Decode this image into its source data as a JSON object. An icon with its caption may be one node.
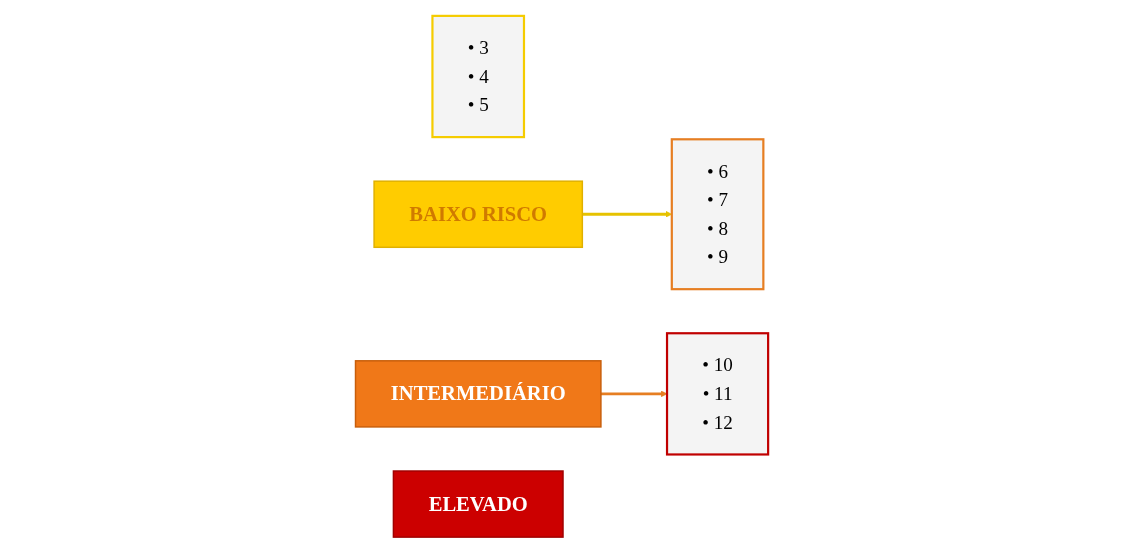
{
  "diagram": {
    "nodes": [
      {
        "text": [
          "• 3",
          "• 4",
          "• 5"
        ]
      },
      {
        "text": [
          "BAIXO RISCO"
        ]
      },
      {
        "text": [
          "INTERMEDIÁRIO"
        ]
      },
      {
        "text": [
          "• 6",
          "• 7",
          "• 8",
          "• 9"
        ]
      },
      {
        "text": [
          "• 10",
          "• 11",
          "• 12"
        ]
      },
      {
        "text": [
          "ELEVADO"
        ]
      }
    ],
    "edges": [
      {
        "from": 1,
        "to": 3,
        "arrow": "to",
        "color": "#e6c200"
      },
      {
        "from": 2,
        "to": 4,
        "arrow": "to",
        "color": "#e67e22"
      }
    ]
  }
}
